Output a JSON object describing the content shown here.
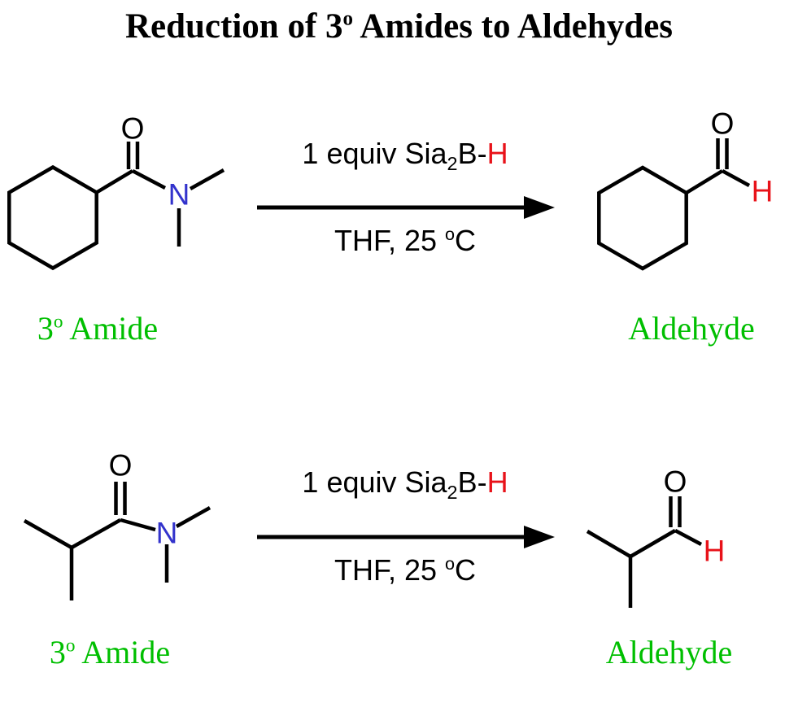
{
  "title": {
    "pre": "Reduction of 3",
    "sup": "o",
    "post": " Amides to Aldehydes"
  },
  "atoms": {
    "oxygen": "O",
    "nitrogen": "N",
    "hydrogen": "H"
  },
  "colors": {
    "label_green": "#00bf00",
    "hydride_red": "#e81219",
    "nitrogen_blue": "#3333cc",
    "bond_black": "#000000"
  },
  "reactions": [
    {
      "reagent": {
        "pre": "1 equiv Sia",
        "sub": "2",
        "mid": "B-",
        "hydride": "H"
      },
      "conditions": {
        "pre": "THF, 25 ",
        "sup": "o",
        "post": "C"
      },
      "reactant_label": {
        "pre": "3",
        "sup": "o",
        "post": " Amide"
      },
      "product_label": "Aldehyde"
    },
    {
      "reagent": {
        "pre": "1 equiv Sia",
        "sub": "2",
        "mid": "B-",
        "hydride": "H"
      },
      "conditions": {
        "pre": "THF, 25 ",
        "sup": "o",
        "post": "C"
      },
      "reactant_label": {
        "pre": "3",
        "sup": "o",
        "post": " Amide"
      },
      "product_label": "Aldehyde"
    }
  ]
}
